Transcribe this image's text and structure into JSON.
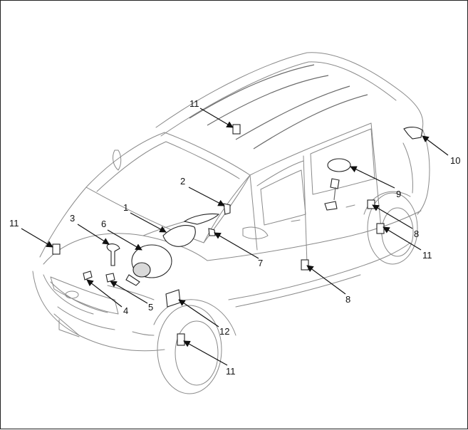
{
  "callouts": [
    {
      "label": "1",
      "part": "passenger-airbag"
    },
    {
      "label": "2",
      "part": "sensor"
    },
    {
      "label": "3",
      "part": "clock-spring"
    },
    {
      "label": "4",
      "part": "side-sensor-front"
    },
    {
      "label": "5",
      "part": "sensor-front"
    },
    {
      "label": "6",
      "part": "driver-airbag"
    },
    {
      "label": "7",
      "part": "knee-sensor"
    },
    {
      "label": "8",
      "part": "side-sensor"
    },
    {
      "label": "8",
      "part": "side-sensor-rear"
    },
    {
      "label": "9",
      "part": "seat-belt-pretensioner"
    },
    {
      "label": "10",
      "part": "curtain-airbag-end"
    },
    {
      "label": "11",
      "part": "roof-sensor"
    },
    {
      "label": "11",
      "part": "front-left-sensor"
    },
    {
      "label": "11",
      "part": "rear-right-sensor"
    },
    {
      "label": "11",
      "part": "front-wheel-sensor"
    },
    {
      "label": "12",
      "part": "control-module"
    }
  ]
}
